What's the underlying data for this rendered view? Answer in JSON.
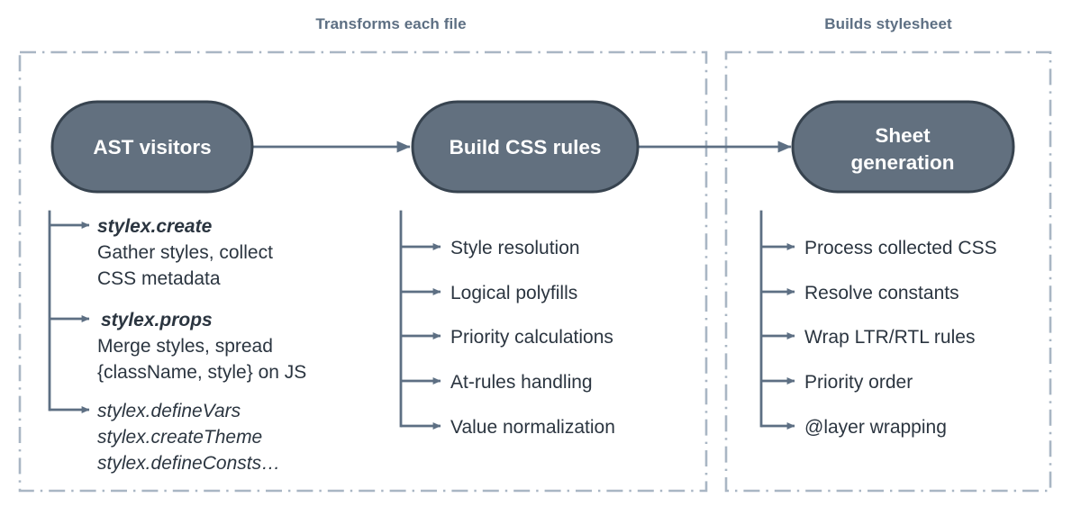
{
  "theme": {
    "background": "#ffffff",
    "node_fill": "#61718285",
    "node_fill_solid": "#62707f",
    "node_stroke": "#37434f",
    "node_text": "#ffffff",
    "group_border": "#a9b6c4",
    "group_title_color": "#5d6f83",
    "connector_color": "#5d6f83",
    "item_text_color": "#2b3540"
  },
  "groups": [
    {
      "id": "transform-group",
      "title": "Transforms each file",
      "stages": [
        {
          "id": "ast-visitors",
          "label": "AST visitors",
          "label_lines": [
            "AST visitors"
          ],
          "items": [
            {
              "id": "stylex-create",
              "lines": [
                {
                  "text": "stylex.create",
                  "style": "bold-italic"
                },
                {
                  "text": "Gather styles, collect",
                  "style": "regular"
                },
                {
                  "text": "CSS metadata",
                  "style": "regular"
                }
              ]
            },
            {
              "id": "stylex-props",
              "lines": [
                {
                  "text": "stylex.props",
                  "style": "bold-italic"
                },
                {
                  "text": "Merge styles, spread",
                  "style": "regular"
                },
                {
                  "text": "{className, style} on JS",
                  "style": "regular"
                }
              ]
            },
            {
              "id": "stylex-define-vars",
              "lines": [
                {
                  "text": "stylex.defineVars",
                  "style": "italic"
                },
                {
                  "text": "stylex.createTheme",
                  "style": "italic"
                },
                {
                  "text": "stylex.defineConsts…",
                  "style": "italic"
                }
              ]
            }
          ]
        },
        {
          "id": "build-css-rules",
          "label": "Build CSS rules",
          "label_lines": [
            "Build CSS rules"
          ],
          "items": [
            {
              "id": "style-resolution",
              "lines": [
                {
                  "text": "Style resolution",
                  "style": "regular"
                }
              ]
            },
            {
              "id": "logical-polyfills",
              "lines": [
                {
                  "text": "Logical polyfills",
                  "style": "regular"
                }
              ]
            },
            {
              "id": "priority-calculations",
              "lines": [
                {
                  "text": "Priority calculations",
                  "style": "regular"
                }
              ]
            },
            {
              "id": "at-rules-handling",
              "lines": [
                {
                  "text": "At-rules handling",
                  "style": "regular"
                }
              ]
            },
            {
              "id": "value-normalization",
              "lines": [
                {
                  "text": "Value normalization",
                  "style": "regular"
                }
              ]
            }
          ]
        }
      ]
    },
    {
      "id": "stylesheet-group",
      "title": "Builds stylesheet",
      "stages": [
        {
          "id": "sheet-generation",
          "label": "Sheet generation",
          "label_lines": [
            "Sheet",
            "generation"
          ],
          "items": [
            {
              "id": "process-collected-css",
              "lines": [
                {
                  "text": "Process collected CSS",
                  "style": "regular"
                }
              ]
            },
            {
              "id": "resolve-constants",
              "lines": [
                {
                  "text": "Resolve constants",
                  "style": "regular"
                }
              ]
            },
            {
              "id": "wrap-ltr-rtl-rules",
              "lines": [
                {
                  "text": "Wrap LTR/RTL rules",
                  "style": "regular"
                }
              ]
            },
            {
              "id": "priority-order",
              "lines": [
                {
                  "text": "Priority order",
                  "style": "regular"
                }
              ]
            },
            {
              "id": "layer-wrapping",
              "lines": [
                {
                  "text": "@layer wrapping",
                  "style": "regular"
                }
              ]
            }
          ]
        }
      ]
    }
  ],
  "flow": {
    "connections": [
      {
        "id": "ast-to-build",
        "from": "AST visitors",
        "to": "Build CSS rules"
      },
      {
        "id": "build-to-sheet",
        "from": "Build CSS rules",
        "to": "Sheet generation"
      }
    ]
  },
  "labels": {
    "group_title_left": "Transforms each file",
    "group_title_right": "Builds stylesheet",
    "node_ast": "AST visitors",
    "node_ast_line1": "AST visitors",
    "node_build": "Build CSS rules",
    "node_build_line1": "Build CSS rules",
    "node_sheet": "Sheet generation",
    "node_sheet_line1": "Sheet",
    "node_sheet_line2": "generation",
    "c1_l1": "stylex.create",
    "c1_l2": "Gather styles, collect",
    "c1_l3": "CSS metadata",
    "c2_l1": "stylex.props",
    "c2_l2": "Merge styles, spread",
    "c2_l3": "{className, style} on JS",
    "c3_l1": "stylex.defineVars",
    "c3_l2": "stylex.createTheme",
    "c3_l3": "stylex.defineConsts…",
    "m1": "Style resolution",
    "m2": "Logical polyfills",
    "m3": "Priority calculations",
    "m4": "At-rules handling",
    "m5": "Value normalization",
    "r1": "Process collected CSS",
    "r2": "Resolve constants",
    "r3": "Wrap LTR/RTL rules",
    "r4": "Priority order",
    "r5": "@layer wrapping"
  }
}
